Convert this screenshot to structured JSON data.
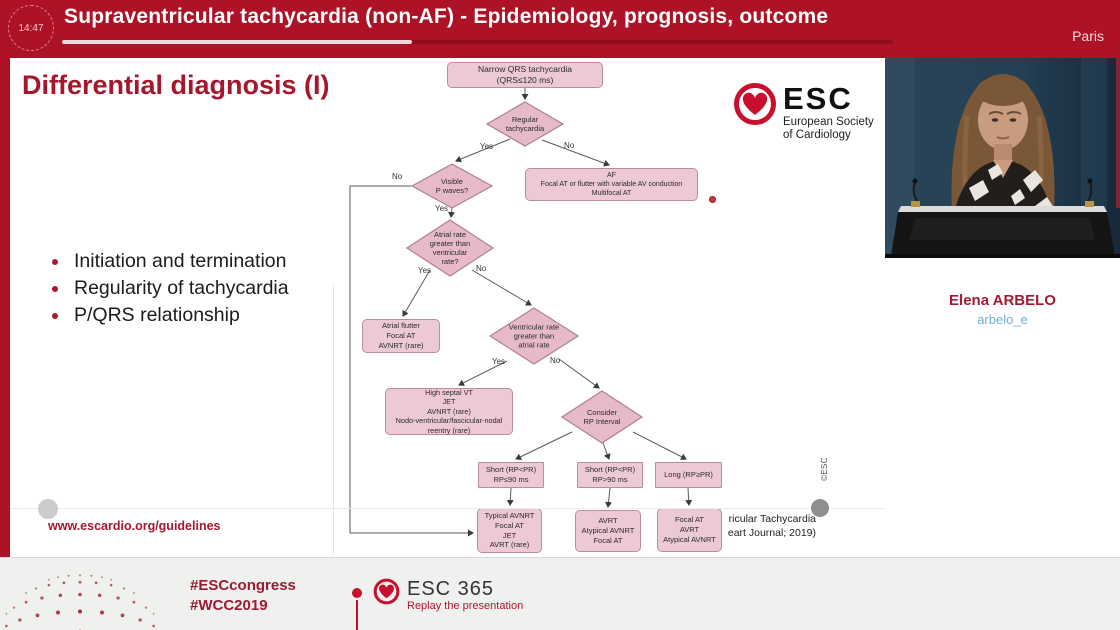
{
  "header": {
    "time": "14:47",
    "title": "Supraventricular tachycardia (non-AF) - Epidemiology, prognosis, outcome",
    "location": "Paris"
  },
  "slide": {
    "title": "Differential diagnosis (I)",
    "bullets": [
      "Initiation and termination",
      "Regularity of tachycardia",
      "P/QRS relationship"
    ],
    "url": "www.escardio.org/guidelines",
    "copyright": "©ESC",
    "citation": [
      "ricular Tachycardia",
      "eart Journal; 2019)"
    ],
    "esc_logo": {
      "abbr": "ESC",
      "name": [
        "European Society",
        "of Cardiology"
      ]
    },
    "labels": {
      "yes": "Yes",
      "no": "No"
    },
    "flow": {
      "narrow_qrs": [
        "Narrow QRS tachycardia",
        "(QRS≤120 ms)"
      ],
      "regular": [
        "Regular",
        "tachycardia"
      ],
      "visible_p": [
        "Visible",
        "P waves?"
      ],
      "af": [
        "AF",
        "Focal AT or flutter with variable AV conduction",
        "Multifocal AT"
      ],
      "atrial_rate": [
        "Atrial rate",
        "greater than",
        "ventricular",
        "rate?"
      ],
      "atrial_flutter": [
        "Atrial flutter",
        "Focal AT",
        "AVNRT (rare)"
      ],
      "ventricular_rate": [
        "Ventricular rate",
        "greater than",
        "atrial rate"
      ],
      "high_septal": [
        "High septal VT",
        "JET",
        "AVNRT (rare)",
        "Nodo-ventricular/fascicular-nodal",
        "reentry (rare)"
      ],
      "consider_rp": [
        "Consider",
        "RP Interval"
      ],
      "short_rp1": [
        "Short (RP<PR)",
        "RP≤90 ms"
      ],
      "short_rp2": [
        "Short (RP<PR)",
        "RP>90 ms"
      ],
      "long_rp": [
        "Long (RP≥PR)"
      ],
      "typical_avnrt": [
        "Typical AVNRT",
        "Focal AT",
        "JET",
        "AVRT (rare)"
      ],
      "avrt": [
        "AVRT",
        "Atypical AVNRT",
        "Focal AT"
      ],
      "focal_at": [
        "Focal AT",
        "AVRT",
        "Atypical AVNRT"
      ]
    }
  },
  "speaker": {
    "name": "Elena ARBELO",
    "handle": "arbelo_e"
  },
  "footer": {
    "hashtag1": "#ESCcongress",
    "hashtag2": "#WCC2019",
    "esc365": {
      "title": "ESC 365",
      "subtitle": "Replay the presentation"
    }
  },
  "colors": {
    "header_red": "#ae1227",
    "accent_red": "#a5172d",
    "esc_red": "#c8102e",
    "box_fill": "#ecc9d3",
    "box_border": "#b98da0",
    "handle_blue": "#72aed6"
  }
}
